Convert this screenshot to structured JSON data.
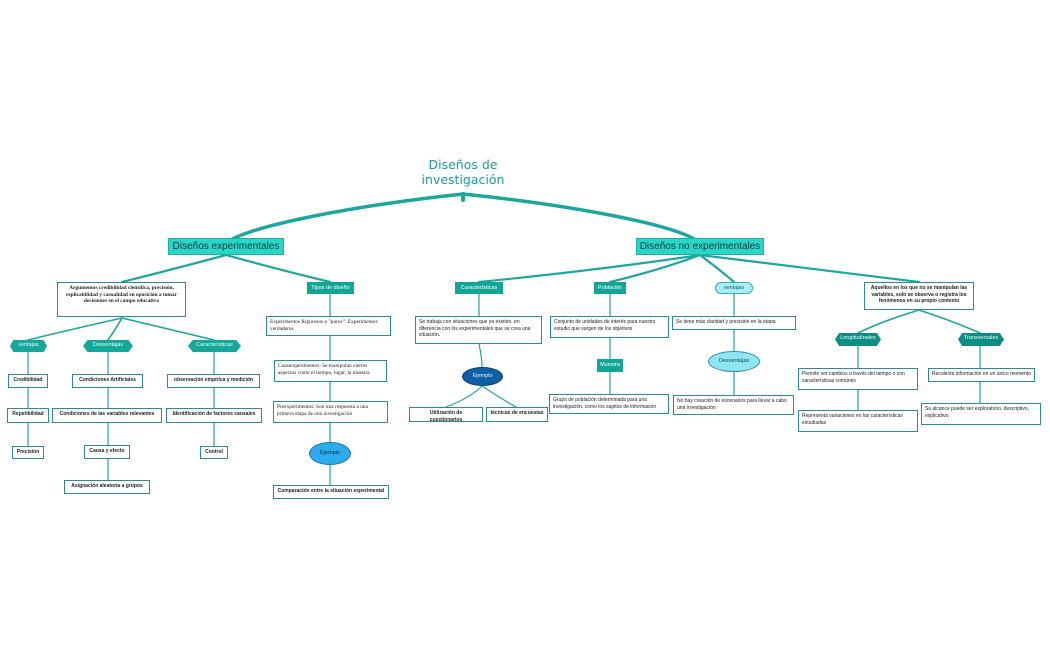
{
  "title": "Diseños de investigación",
  "experimental": {
    "label": "Diseños experimentales",
    "argument": "Argumentos credibilidad científica, precisión, replicabilidad y casualidad en oposición a tomar decisiones en el campo educativo",
    "tipos_label": "Tipos de diseño",
    "ventajas": {
      "label": "ventajas",
      "items": [
        "Credibilidad",
        "Repetibilidad",
        "Precisión"
      ]
    },
    "desventajas": {
      "label": "Desventajas",
      "items": [
        "Condiciones Artificiales",
        "Condiciones de las variables relevantes",
        "Causa y efecto",
        "Asignación aleatoria a grupos"
      ]
    },
    "caracteristicas": {
      "label": "Características",
      "items": [
        "observación empírica y medición",
        "Identificación de factores causales",
        "Control"
      ]
    },
    "tipos": {
      "exp": "Experimentos Rigurosos o \"puros\": Experimentos verdaderos",
      "cuasi": "Cuasiexperimentos: Se manipulan ciertos aspectos como el tiempo, lugar, la muestra",
      "pre": "Preexperimentos: Son una respuesta a una primera etapa de una investigación",
      "ejemplo": "Ejemplo",
      "comparacion": "Comparación entre la situación experimental"
    }
  },
  "no_experimental": {
    "label": "Diseños no experimentales",
    "caracteristicas": {
      "label": "Características",
      "text": "Se trabaja con situaciones que ya existen, en diferencia con los experimentales que se crea una situación.",
      "ejemplo": "Ejemplo",
      "ej1": "Utilización de cuestionarios",
      "ej2": "técnicas de encuestas"
    },
    "poblacion": {
      "label": "Población",
      "text": "Conjunto de unidades de interés para nuestro estudio que surgen de los objetivos",
      "muestra": "Muestra",
      "muestra_text": "Grupo de población determinada para una investigación, como los sujetos de información"
    },
    "ventajas": {
      "label": "ventajas",
      "text": "Se tiene más claridad y precisión en la etapa",
      "desventajas": "Desventajas",
      "desv_text": "No hay creación de escenarios para llevar a cabo una investigación"
    },
    "aquellos": "Aquellos en los que no se manipulan las variables, solo se observa o registra los fenómenos en su propio contexto",
    "longitudinales": {
      "label": "Longitudinales",
      "t1": "Permite ver cambios a través del tiempo o con características comunes",
      "t2": "Representa variaciones en las características estudiadas"
    },
    "transversales": {
      "label": "Transversales",
      "t1": "Recolecta información en un único momento",
      "t2": "Su alcance puede ser exploratorio, descriptivo, explicativo."
    }
  },
  "colors": {
    "line": "#1aa89c",
    "main": "#2ad4c6",
    "tag": "#12a596",
    "border": "#2c8c95"
  }
}
